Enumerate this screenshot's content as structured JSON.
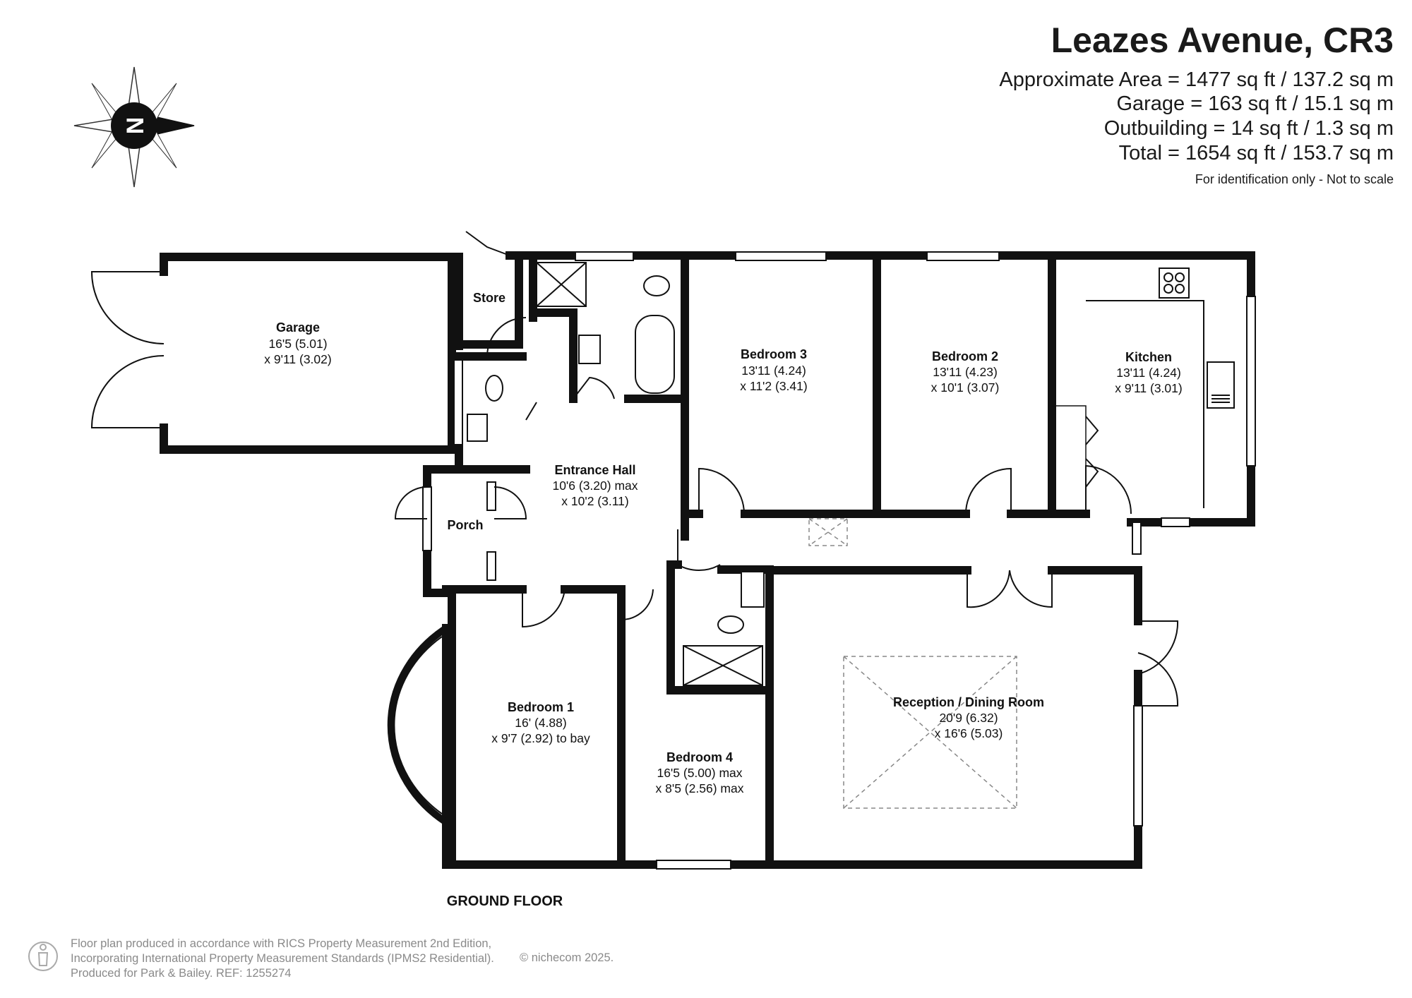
{
  "header": {
    "title": "Leazes Avenue, CR3",
    "areas": [
      "Approximate Area = 1477 sq ft / 137.2 sq m",
      "Garage = 163 sq ft / 15.1 sq m",
      "Outbuilding = 14 sq ft / 1.3 sq m",
      "Total = 1654 sq ft / 153.7 sq m"
    ],
    "note": "For identification only - Not to scale"
  },
  "compass": {
    "letter": "N"
  },
  "rooms": {
    "garage": {
      "name": "Garage",
      "dims": [
        "16'5 (5.01)",
        "x 9'11 (3.02)"
      ]
    },
    "store": {
      "name": "Store",
      "dims": []
    },
    "bedroom3": {
      "name": "Bedroom 3",
      "dims": [
        "13'11 (4.24)",
        "x 11'2 (3.41)"
      ]
    },
    "bedroom2": {
      "name": "Bedroom 2",
      "dims": [
        "13'11 (4.23)",
        "x 10'1 (3.07)"
      ]
    },
    "kitchen": {
      "name": "Kitchen",
      "dims": [
        "13'11 (4.24)",
        "x 9'11 (3.01)"
      ]
    },
    "hall": {
      "name": "Entrance Hall",
      "dims": [
        "10'6 (3.20) max",
        "x 10'2 (3.11)"
      ]
    },
    "porch": {
      "name": "Porch",
      "dims": []
    },
    "bedroom1": {
      "name": "Bedroom 1",
      "dims": [
        "16' (4.88)",
        "x 9'7 (2.92) to bay"
      ]
    },
    "bedroom4": {
      "name": "Bedroom 4",
      "dims": [
        "16'5 (5.00) max",
        "x 8'5 (2.56) max"
      ]
    },
    "reception": {
      "name": "Reception / Dining Room",
      "dims": [
        "20'9 (6.32)",
        "x 16'6 (5.03)"
      ]
    }
  },
  "floor_label": "GROUND FLOOR",
  "footer": {
    "lines": [
      "Floor plan produced in accordance with RICS Property Measurement 2nd Edition,",
      "Incorporating International Property Measurement Standards (IPMS2 Residential).",
      "Produced for Park & Bailey.   REF:  1255274"
    ],
    "credit": "© nichecom 2025."
  },
  "colors": {
    "wall": "#111111",
    "text": "#1a1a1a",
    "muted": "#8a8a8a"
  }
}
